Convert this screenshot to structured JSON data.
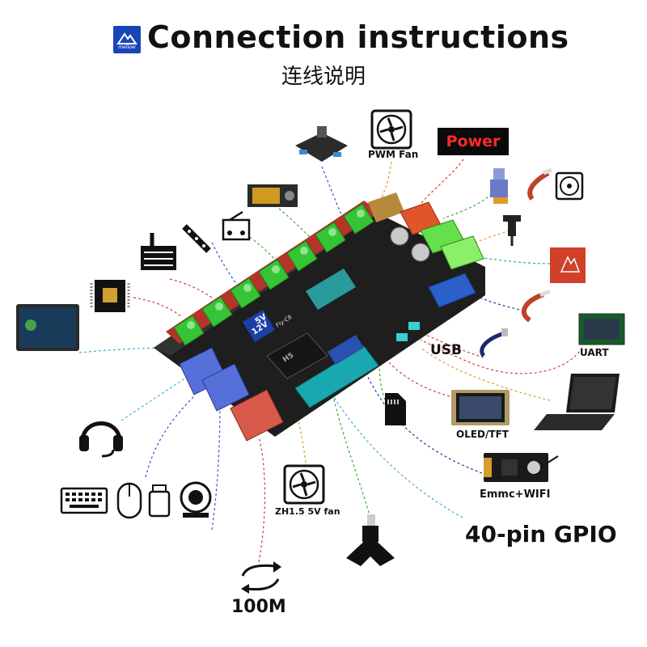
{
  "header": {
    "logo_text": "mellow",
    "title": "Connection instructions",
    "subtitle": "连线说明"
  },
  "board": {
    "name": "Fly-C8",
    "voltage_5v": "5V",
    "voltage_12v": "12V",
    "chip_text": "H5"
  },
  "labels": {
    "pwm_fan": "PWM Fan",
    "power": "Power",
    "usb": "USB",
    "uart": "UART",
    "oled_tft": "OLED/TFT",
    "emmc_wifi": "Emmc+WIFI",
    "gpio_40pin": "40-pin GPIO",
    "zh15_fan": "ZH1.5 5V fan",
    "lan_100m": "100M"
  },
  "colors": {
    "logo_blue": "#1746b8",
    "power_red": "#ff2a2a",
    "board_dark": "#2a2a2a",
    "terminal_green": "#35c435",
    "terminal_red": "#d03a2a",
    "usb_blue": "#5570d8",
    "ethernet_red": "#d85a4a"
  },
  "icons": [
    "toolhead-board-icon",
    "pwm-fan-icon",
    "power-icon",
    "hotend-icon",
    "thermistor-icon",
    "part-fan-icon",
    "probe-icon",
    "heated-bed-icon",
    "bed-thermistor-icon",
    "usb-cable-icon",
    "uart-screen-icon",
    "laptop-icon",
    "oled-tft-icon",
    "sd-card-icon",
    "emmc-wifi-module-icon",
    "accelerometer-icon",
    "zh15-fan-icon",
    "ethernet-icon",
    "webcam-icon",
    "usb-drive-icon",
    "mouse-icon",
    "keyboard-icon",
    "headphones-icon",
    "touchscreen-icon",
    "stepper-driver-icon",
    "endstop-switch-icon",
    "led-strip-icon",
    "filament-sensor-icon",
    "lcd-display-icon"
  ]
}
